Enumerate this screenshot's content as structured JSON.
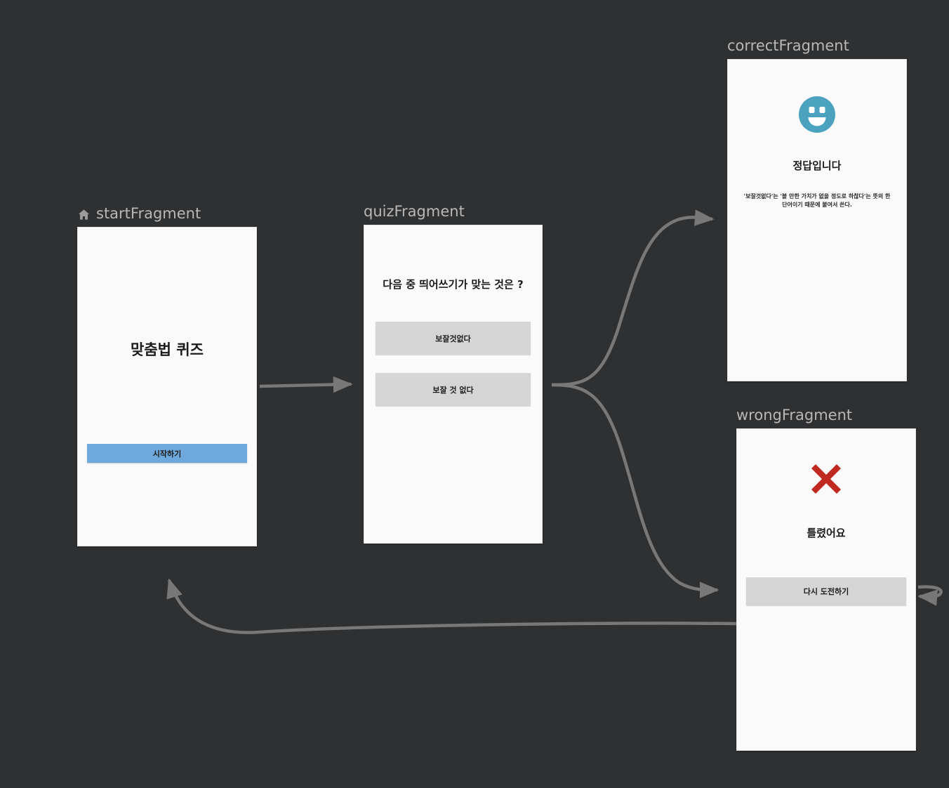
{
  "canvas": {
    "background_color": "#2e3032",
    "edge_color": "#787878"
  },
  "destinations": [
    {
      "id": "start",
      "label": "startFragment",
      "is_start_destination": true,
      "start_icon": "home-icon",
      "screen": {
        "title": "맞춤법 퀴즈",
        "button_label": "시작하기",
        "button_color": "#6fa8dc"
      }
    },
    {
      "id": "quiz",
      "label": "quizFragment",
      "is_start_destination": false,
      "screen": {
        "question": "다음 중 띄어쓰기가 맞는 것은 ?",
        "choices": [
          {
            "label": "보잘것없다"
          },
          {
            "label": "보잘 것 없다"
          }
        ],
        "choice_color": "#d5d5d5"
      }
    },
    {
      "id": "correct",
      "label": "correctFragment",
      "is_start_destination": false,
      "screen": {
        "icon": "smiley-face-icon",
        "icon_color": "#4ca3c0",
        "title": "정답입니다",
        "description": "'보잘것없다'는 '볼 만한 가치가 없을 정도로 하찮다'는 뜻의 한 단어이기 때문에 붙여서 쓴다."
      }
    },
    {
      "id": "wrong",
      "label": "wrongFragment",
      "is_start_destination": false,
      "screen": {
        "icon": "red-cross-icon",
        "icon_color": "#c0291f",
        "title": "틀렸어요",
        "button_label": "다시 도전하기",
        "button_color": "#d5d5d5"
      }
    }
  ],
  "edges": [
    {
      "name": "start-to-quiz",
      "from": "start",
      "to": "quiz"
    },
    {
      "name": "quiz-to-correct",
      "from": "quiz",
      "to": "correct"
    },
    {
      "name": "quiz-to-wrong",
      "from": "quiz",
      "to": "wrong"
    },
    {
      "name": "wrong-to-start",
      "from": "wrong",
      "to": "start"
    },
    {
      "name": "wrong-self-loop",
      "from": "wrong",
      "to": "wrong"
    }
  ]
}
